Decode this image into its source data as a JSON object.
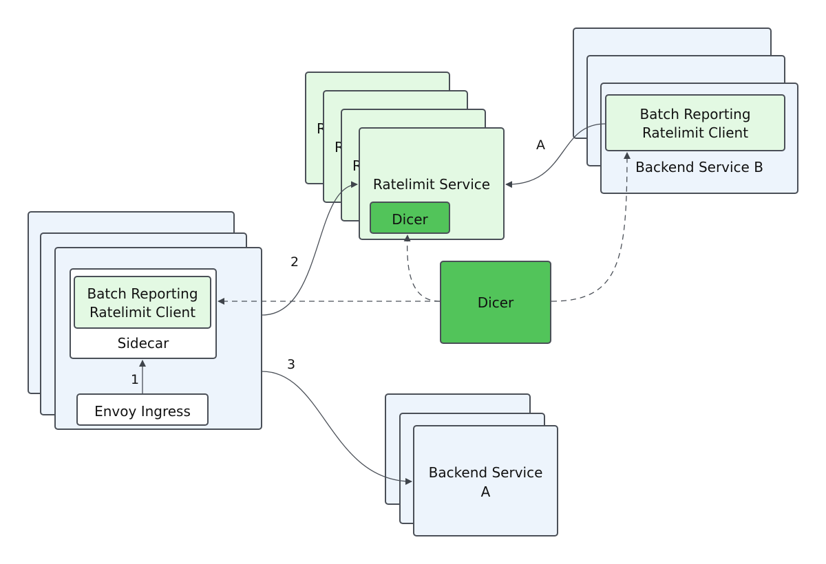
{
  "nodes": {
    "ratelimit_service": {
      "label": "Ratelimit Service",
      "stacked_labels": [
        "R",
        "R",
        "R"
      ]
    },
    "ratelimit_dicer": {
      "label": "Dicer"
    },
    "backend_service_b": {
      "label": "Backend Service B"
    },
    "backend_b_client": {
      "label_line1": "Batch Reporting",
      "label_line2": "Ratelimit Client"
    },
    "sidecar": {
      "label": "Sidecar"
    },
    "sidecar_client": {
      "label_line1": "Batch Reporting",
      "label_line2": "Ratelimit Client"
    },
    "envoy_ingress": {
      "label": "Envoy Ingress"
    },
    "dicer": {
      "label": "Dicer"
    },
    "backend_service_a": {
      "label_line1": "Backend Service",
      "label_line2": "A"
    }
  },
  "edges": {
    "sidecar_to_ratelimit": {
      "label": "2"
    },
    "host_to_backend_a": {
      "label": "3"
    },
    "envoy_to_sidecar": {
      "label": "1"
    },
    "backend_b_to_ratelimit": {
      "label": "A"
    }
  },
  "colors": {
    "blue_fill": "#edf4fc",
    "light_green_fill": "#e3f9e3",
    "dark_green_fill": "#52c45a",
    "stroke": "#4a4f57"
  }
}
